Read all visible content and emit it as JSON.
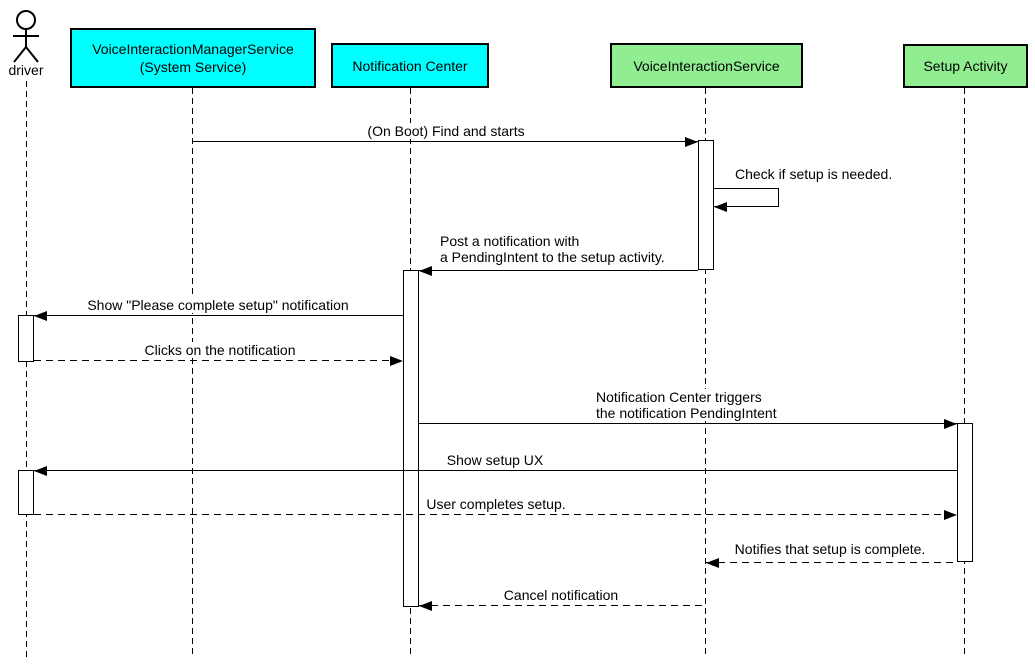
{
  "diagram": {
    "type": "uml-sequence-diagram",
    "colors": {
      "participant_cyan": "#00FFFF",
      "participant_green": "#90EE90",
      "line_color": "#000000",
      "background": "#FFFFFF"
    },
    "participants": [
      {
        "label": "driver",
        "kind": "actor"
      },
      {
        "label_line1": "VoiceInteractionManagerService",
        "label_line2": "(System Service)",
        "kind": "box",
        "fill": "#00FFFF"
      },
      {
        "label": "Notification Center",
        "kind": "box",
        "fill": "#00FFFF"
      },
      {
        "label": "VoiceInteractionService",
        "kind": "box",
        "fill": "#90EE90"
      },
      {
        "label": "Setup Activity",
        "kind": "box",
        "fill": "#90EE90"
      }
    ],
    "messages": [
      {
        "from": "VoiceInteractionManagerService (System Service)",
        "to": "VoiceInteractionService",
        "line": "solid",
        "label": "(On Boot) Find and starts"
      },
      {
        "from": "VoiceInteractionService",
        "to": "VoiceInteractionService",
        "line": "solid",
        "kind": "self",
        "label": "Check if setup is needed."
      },
      {
        "from": "VoiceInteractionService",
        "to": "Notification Center",
        "line": "solid",
        "label_line1": "Post a notification with",
        "label_line2": "a PendingIntent to the setup activity."
      },
      {
        "from": "Notification Center",
        "to": "driver",
        "line": "solid",
        "label": "Show \"Please complete setup\" notification"
      },
      {
        "from": "driver",
        "to": "Notification Center",
        "line": "dashed",
        "label": "Clicks on the notification"
      },
      {
        "from": "Notification Center",
        "to": "Setup Activity",
        "line": "solid",
        "label_line1": "Notification Center triggers",
        "label_line2": "the notification PendingIntent"
      },
      {
        "from": "Setup Activity",
        "to": "driver",
        "line": "solid",
        "label": "Show setup UX"
      },
      {
        "from": "driver",
        "to": "Setup Activity",
        "line": "dashed",
        "label": "User completes setup."
      },
      {
        "from": "Setup Activity",
        "to": "VoiceInteractionService",
        "line": "dashed",
        "label": "Notifies that setup is complete."
      },
      {
        "from": "VoiceInteractionService",
        "to": "Notification Center",
        "line": "dashed",
        "label": "Cancel notification"
      }
    ]
  }
}
